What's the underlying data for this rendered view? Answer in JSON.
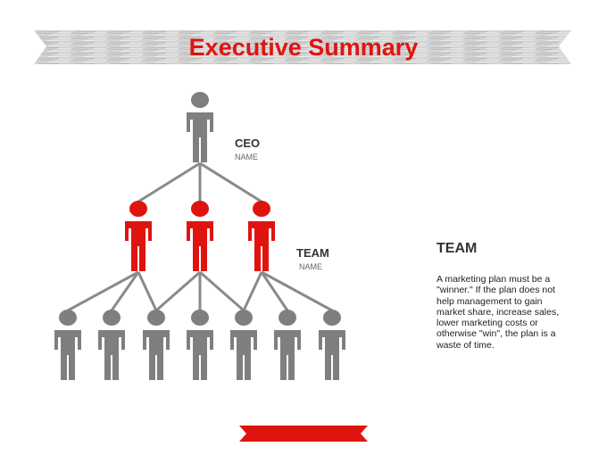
{
  "page": {
    "title": "Executive Summary"
  },
  "org_chart": {
    "ceo": {
      "title": "CEO",
      "name": "NAME"
    },
    "team": {
      "title": "TEAM",
      "name": "NAME"
    },
    "levels": [
      {
        "count": 1,
        "color": "#7f7f7f"
      },
      {
        "count": 3,
        "color": "#e0140f"
      },
      {
        "count": 7,
        "color": "#7f7f7f"
      }
    ]
  },
  "description": {
    "heading": "TEAM",
    "body": "A marketing plan must be a \"winner.\" If the plan does not help management to gain market share, increase sales, lower marketing costs or otherwise \"win\", the plan is a waste of time."
  },
  "colors": {
    "accent": "#e0140f",
    "banner": "#cfcfcf",
    "person_gray": "#7f7f7f",
    "connector": "#8a8a8a"
  },
  "icons": {
    "person": "person-icon",
    "banner": "textured-ribbon-banner",
    "ribbon": "red-ribbon"
  }
}
